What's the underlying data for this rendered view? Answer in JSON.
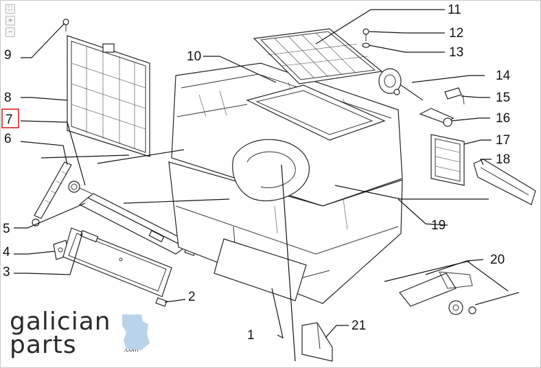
{
  "toolbar": {
    "fit_icon": "fit-page-icon",
    "zoom_in_icon": "zoom-in-icon",
    "zoom_out_icon": "zoom-out-icon"
  },
  "callouts": [
    "1",
    "2",
    "3",
    "4",
    "5",
    "6",
    "7",
    "8",
    "9",
    "10",
    "11",
    "12",
    "13",
    "14",
    "15",
    "16",
    "17",
    "18",
    "19",
    "20",
    "21"
  ],
  "highlighted_callout": "7",
  "colors": {
    "highlight": "#dd2222",
    "ink": "#111111",
    "brand_map": "#b9d4ea"
  },
  "brand": {
    "name_line1": "galician",
    "name_line2": "parts",
    "suffix": ".com"
  }
}
